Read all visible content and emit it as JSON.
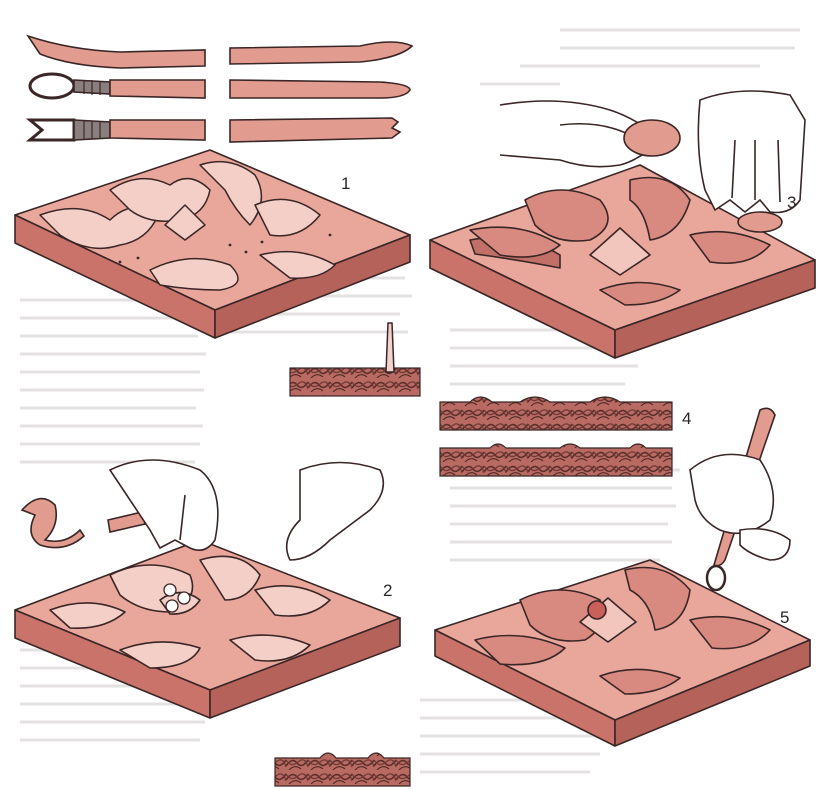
{
  "steps": {
    "step_1": "1",
    "step_2": "2",
    "step_3": "3",
    "step_4": "4",
    "step_5": "5"
  },
  "colors": {
    "clay": "#d98a80",
    "clay_light": "#eec3bb",
    "clay_dark": "#a85a52",
    "ink": "#3a2626",
    "bleed_text": "#c7c2c2"
  }
}
